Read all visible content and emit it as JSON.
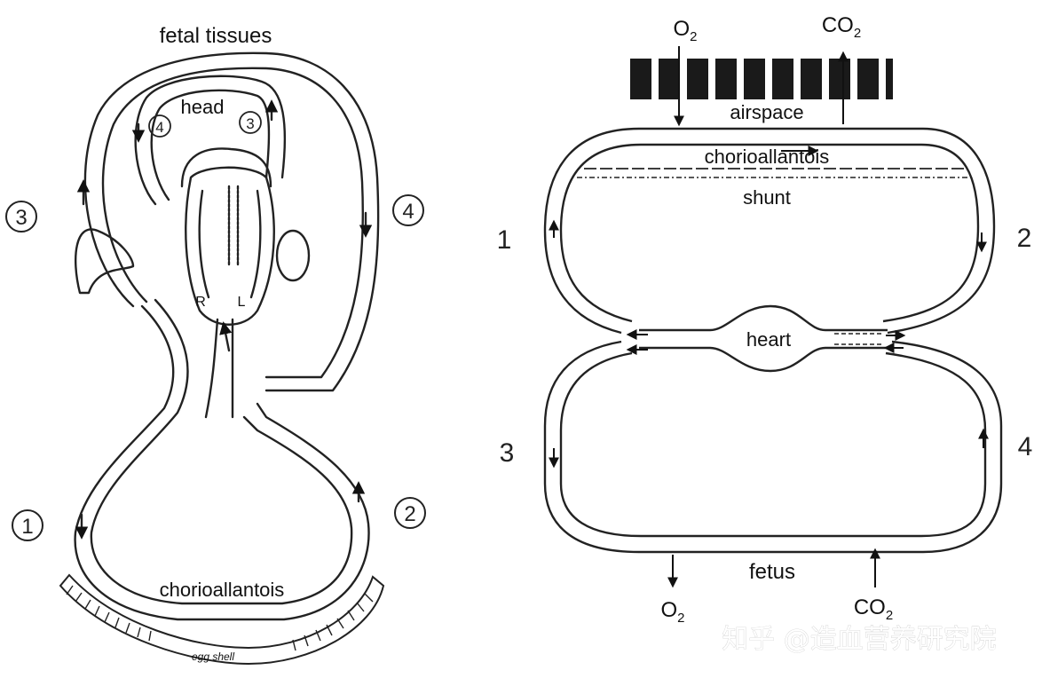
{
  "left_diagram": {
    "label_top": "fetal tissues",
    "label_head": "head",
    "label_bottom": "chorioallantois",
    "label_shell": "egg shell",
    "heart_R": "R",
    "heart_L": "L",
    "circ_left_mid": "3",
    "circ_right_mid": "4",
    "circ_left_low": "1",
    "circ_right_low": "2",
    "circ_head_left": "4",
    "circ_head_right": "3"
  },
  "right_diagram": {
    "o2_top": "O",
    "o2_top_sub": "2",
    "co2_top": "CO",
    "co2_top_sub": "2",
    "airspace": "airspace",
    "chorioallantois": "chorioallantois",
    "shunt": "shunt",
    "heart": "heart",
    "fetus": "fetus",
    "o2_bottom": "O",
    "o2_bottom_sub": "2",
    "co2_bottom": "CO",
    "co2_bottom_sub": "2",
    "num_1": "1",
    "num_2": "2",
    "num_3": "3",
    "num_4": "4"
  },
  "watermark": "知乎 @造血营养研究院"
}
